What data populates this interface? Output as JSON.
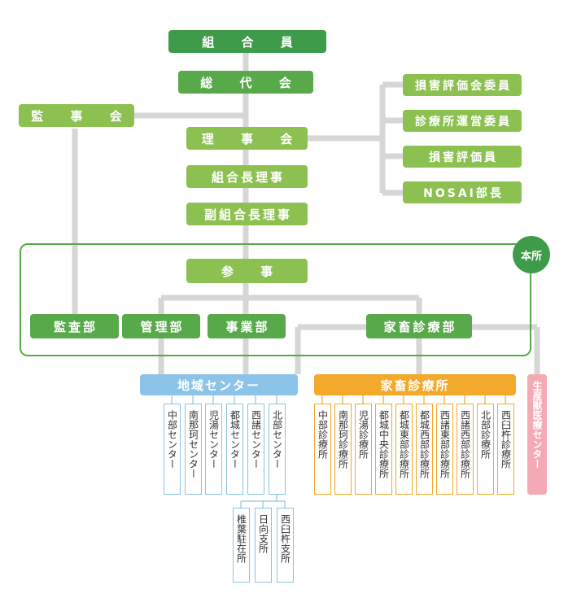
{
  "top": {
    "kumiaiin": "組 合 員",
    "sodaikai": "総 代 会",
    "kanjikai": "監 事 会",
    "rijikai": "理 事 会",
    "kumiaichorijin": "組合長理事",
    "fukukumiaicho": "副組合長理事"
  },
  "committees": [
    "損害評価会委員",
    "診療所運営委員",
    "損害評価員",
    "NOSAI部長"
  ],
  "honsha": {
    "badge": "本所",
    "sanji": "参 事",
    "departments": [
      "監査部",
      "管理部",
      "事業部",
      "家畜診療部"
    ]
  },
  "regional": {
    "header": "地域センター",
    "centers": [
      "中部センター",
      "南那珂センター",
      "児湯センター",
      "都城センター",
      "西諸センター",
      "北部センター"
    ],
    "branches": [
      "椎葉駐在所",
      "日向支所",
      "西臼杵支所"
    ]
  },
  "clinics": {
    "header": "家畜診療所",
    "items": [
      "中部診療所",
      "南那珂診療所",
      "児湯診療所",
      "都城中央診療所",
      "都城東部診療所",
      "都城西部診療所",
      "西諸東部診療所",
      "西諸西部診療所",
      "北部診療所",
      "西臼杵診療所"
    ]
  },
  "animal_center": "生産獣医療センター",
  "colors": {
    "dark_green": "#3d9b4a",
    "mid_green": "#57a94a",
    "light_green": "#8cc152",
    "connector": "#d6d6d6",
    "blue_header": "#8cc3e8",
    "orange_header": "#f3a92b",
    "pink": "#f3aab4"
  }
}
